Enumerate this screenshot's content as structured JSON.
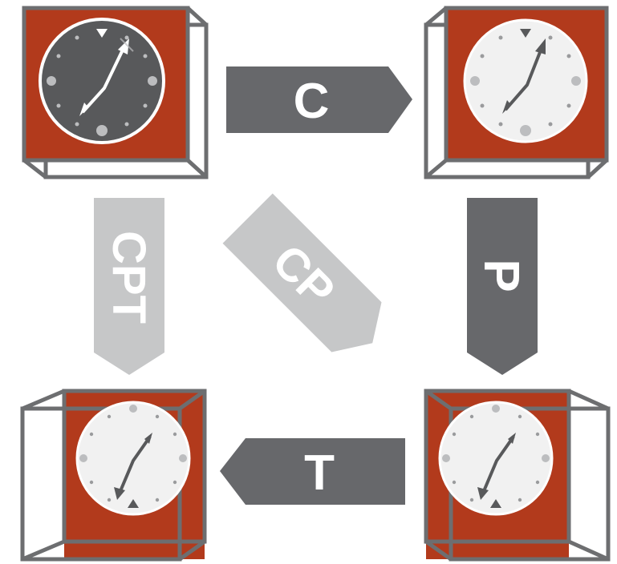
{
  "colors": {
    "box_fill": "#b23a1c",
    "box_frame": "#6d6e70",
    "arrow_dark": "#67686b",
    "arrow_light": "#c6c7c8",
    "clock_face_dark": "#58595b",
    "clock_face_light": "#f1f1f1",
    "text_on_arrow": "#ffffff"
  },
  "panels": [
    {
      "id": "top-left",
      "face": "dark",
      "hands": "up-right"
    },
    {
      "id": "top-right",
      "face": "light",
      "hands": "up-right"
    },
    {
      "id": "bottom-left",
      "face": "light",
      "hands": "down-left"
    },
    {
      "id": "bottom-right",
      "face": "light",
      "hands": "down-left"
    }
  ],
  "transforms": {
    "c": "C",
    "p": "P",
    "t": "T",
    "cp": "CP",
    "cpt": "CPT"
  }
}
